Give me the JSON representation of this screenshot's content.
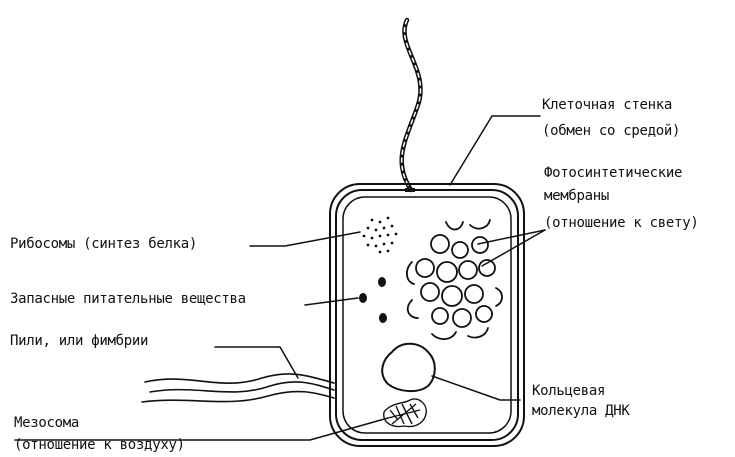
{
  "labels": {
    "cell_wall": "Клеточная стенка",
    "cell_wall_role": "(обмен со средой)",
    "photo_membranes_1": "Фотосинтетические",
    "photo_membranes_2": "мембраны",
    "photo_membranes_role": "(отношение к свету)",
    "ribosomes": "Рибосомы (синтез белка)",
    "reserves": "Запасные питательные вещества",
    "pili": "Пили, или фимбрии",
    "dna_1": "Кольцевая",
    "dna_2": "молекула ДНК",
    "mesosome": "Мезосома",
    "mesosome_role": "(отношение к воздуху)"
  },
  "colors": {
    "ink": "#111111",
    "background": "#ffffff"
  }
}
